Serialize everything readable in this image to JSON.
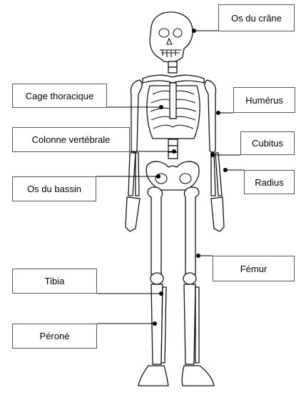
{
  "labels": {
    "crane": "Os du crâne",
    "cage": "Cage thoracique",
    "humerus": "Humérus",
    "colonne": "Colonne vertébrale",
    "cubitus": "Cubitus",
    "bassin": "Os du bassin",
    "radius": "Radius",
    "femur": "Fémur",
    "tibia": "Tibia",
    "perone": "Péroné"
  }
}
